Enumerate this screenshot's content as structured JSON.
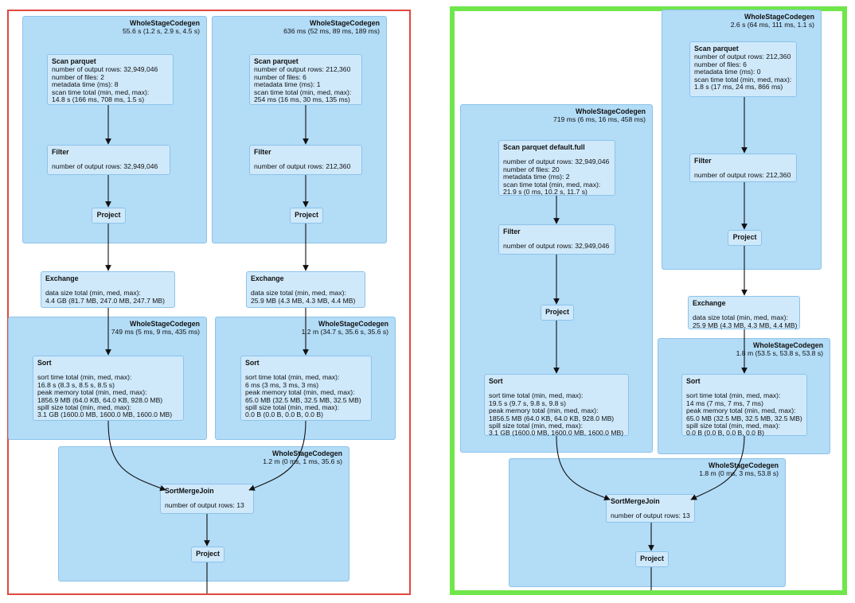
{
  "left_plan": {
    "wsc_scan_a": {
      "title": "WholeStageCodegen",
      "stat": "55.6 s (1.2 s, 2.9 s, 4.5 s)"
    },
    "scan_a": {
      "name": "Scan parquet",
      "l1": "number of output rows: 32,949,046",
      "l2": "number of files: 2",
      "l3": "metadata time (ms): 8",
      "l4": "scan time total (min, med, max):",
      "l5": "14.8 s (166 ms, 708 ms, 1.5 s)"
    },
    "filter_a": {
      "name": "Filter",
      "l1": "number of output rows: 32,949,046"
    },
    "project_a": {
      "name": "Project"
    },
    "wsc_scan_b": {
      "title": "WholeStageCodegen",
      "stat": "636 ms (52 ms, 89 ms, 189 ms)"
    },
    "scan_b": {
      "name": "Scan parquet",
      "l1": "number of output rows: 212,360",
      "l2": "number of files: 6",
      "l3": "metadata time (ms): 1",
      "l4": "scan time total (min, med, max):",
      "l5": "254 ms (16 ms, 30 ms, 135 ms)"
    },
    "filter_b": {
      "name": "Filter",
      "l1": "number of output rows: 212,360"
    },
    "project_b": {
      "name": "Project"
    },
    "exchange_a": {
      "name": "Exchange",
      "l1": "data size total (min, med, max):",
      "l2": "4.4 GB (81.7 MB, 247.0 MB, 247.7 MB)"
    },
    "exchange_b": {
      "name": "Exchange",
      "l1": "data size total (min, med, max):",
      "l2": "25.9 MB (4.3 MB, 4.3 MB, 4.4 MB)"
    },
    "wsc_sort_a": {
      "title": "WholeStageCodegen",
      "stat": "749 ms (5 ms, 9 ms, 435 ms)"
    },
    "sort_a": {
      "name": "Sort",
      "l1": "sort time total (min, med, max):",
      "l2": "16.8 s (8.3 s, 8.5 s, 8.5 s)",
      "l3": "peak memory total (min, med, max):",
      "l4": "1856.9 MB (64.0 KB, 64.0 KB, 928.0 MB)",
      "l5": "spill size total (min, med, max):",
      "l6": "3.1 GB (1600.0 MB, 1600.0 MB, 1600.0 MB)"
    },
    "wsc_sort_b": {
      "title": "WholeStageCodegen",
      "stat": "1.2 m (34.7 s, 35.6 s, 35.6 s)"
    },
    "sort_b": {
      "name": "Sort",
      "l1": "sort time total (min, med, max):",
      "l2": "6 ms (3 ms, 3 ms, 3 ms)",
      "l3": "peak memory total (min, med, max):",
      "l4": "65.0 MB (32.5 MB, 32.5 MB, 32.5 MB)",
      "l5": "spill size total (min, med, max):",
      "l6": "0.0 B (0.0 B, 0.0 B, 0.0 B)"
    },
    "wsc_join": {
      "title": "WholeStageCodegen",
      "stat": "1.2 m (0 ms, 1 ms, 35.6 s)"
    },
    "join": {
      "name": "SortMergeJoin",
      "l1": "number of output rows: 13"
    },
    "project_join": {
      "name": "Project"
    }
  },
  "right_plan": {
    "wsc_scan_a": {
      "title": "WholeStageCodegen",
      "stat": "719 ms (6 ms, 16 ms, 458 ms)"
    },
    "scan_a": {
      "name": "Scan parquet default.full",
      "l1": "number of output rows: 32,949,046",
      "l2": "number of files: 20",
      "l3": "metadata time (ms): 2",
      "l4": "scan time total (min, med, max):",
      "l5": "21.9 s (0 ms, 10.2 s, 11.7 s)"
    },
    "filter_a": {
      "name": "Filter",
      "l1": "number of output rows: 32,949,046"
    },
    "project_a": {
      "name": "Project"
    },
    "sort_a": {
      "name": "Sort",
      "l1": "sort time total (min, med, max):",
      "l2": "19.5 s (9.7 s, 9.8 s, 9.8 s)",
      "l3": "peak memory total (min, med, max):",
      "l4": "1856.5 MB (64.0 KB, 64.0 KB, 928.0 MB)",
      "l5": "spill size total (min, med, max):",
      "l6": "3.1 GB (1600.0 MB, 1600.0 MB, 1600.0 MB)"
    },
    "wsc_scan_b": {
      "title": "WholeStageCodegen",
      "stat": "2.6 s (64 ms, 111 ms, 1.1 s)"
    },
    "scan_b": {
      "name": "Scan parquet",
      "l1": "number of output rows: 212,360",
      "l2": "number of files: 6",
      "l3": "metadata time (ms): 0",
      "l4": "scan time total (min, med, max):",
      "l5": "1.8 s (17 ms, 24 ms, 866 ms)"
    },
    "filter_b": {
      "name": "Filter",
      "l1": "number of output rows: 212,360"
    },
    "project_b": {
      "name": "Project"
    },
    "exchange_b": {
      "name": "Exchange",
      "l1": "data size total (min, med, max):",
      "l2": "25.9 MB (4.3 MB, 4.3 MB, 4.4 MB)"
    },
    "wsc_sort_b": {
      "title": "WholeStageCodegen",
      "stat": "1.8 m (53.5 s, 53.8 s, 53.8 s)"
    },
    "sort_b": {
      "name": "Sort",
      "l1": "sort time total (min, med, max):",
      "l2": "14 ms (7 ms, 7 ms, 7 ms)",
      "l3": "peak memory total (min, med, max):",
      "l4": "65.0 MB (32.5 MB, 32.5 MB, 32.5 MB)",
      "l5": "spill size total (min, med, max):",
      "l6": "0.0 B (0.0 B, 0.0 B, 0.0 B)"
    },
    "wsc_join": {
      "title": "WholeStageCodegen",
      "stat": "1.8 m (0 ms, 3 ms, 53.8 s)"
    },
    "join": {
      "name": "SortMergeJoin",
      "l1": "number of output rows: 13"
    },
    "project_join": {
      "name": "Project"
    }
  },
  "colors": {
    "cluster": "#b3dcf7",
    "node": "#cfe9fb",
    "border": "#8cc3ea",
    "left_frame": "#e0483f",
    "right_frame": "#6fe64a"
  }
}
